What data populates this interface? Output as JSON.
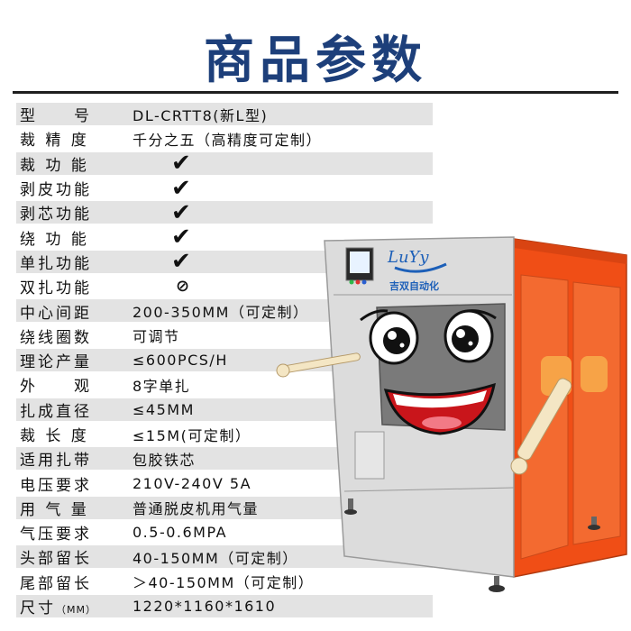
{
  "title": "商品参数",
  "specs": [
    {
      "label": "型　　号",
      "value": "DL-CRTT8(新L型)"
    },
    {
      "label": "裁 精 度",
      "value": "千分之五（高精度可定制）"
    },
    {
      "label": "裁 功 能",
      "mark": "✔"
    },
    {
      "label": "剥皮功能",
      "mark": "✔"
    },
    {
      "label": "剥芯功能",
      "mark": "✔"
    },
    {
      "label": "绕 功 能",
      "mark": "✔"
    },
    {
      "label": "单扎功能",
      "mark": "✔"
    },
    {
      "label": "双扎功能",
      "mark": "⊘"
    },
    {
      "label": "中心间距",
      "value": "200-350MM（可定制）"
    },
    {
      "label": "绕线圈数",
      "value": "可调节"
    },
    {
      "label": "理论产量",
      "value": "≤600PCS/H"
    },
    {
      "label": "外　　观",
      "value": "8字单扎"
    },
    {
      "label": "扎成直径",
      "value": "≤45MM"
    },
    {
      "label": "裁 长 度",
      "value": "≤15M(可定制）"
    },
    {
      "label": "适用扎带",
      "value": "包胶铁芯"
    },
    {
      "label": "电压要求",
      "value": "210V-240V 5A"
    },
    {
      "label": "用 气 量",
      "value": "普通脱皮机用气量"
    },
    {
      "label": "气压要求",
      "value": "0.5-0.6MPA"
    },
    {
      "label": "头部留长",
      "value": "40-150MM（可定制）"
    },
    {
      "label": "尾部留长",
      "value": "＞40-150MM（可定制）"
    },
    {
      "label": "尺寸",
      "label_suffix": "（MM）",
      "value": "1220*1160*1610"
    }
  ],
  "machine": {
    "logo_script": "LuYy",
    "brand": "吉双自动化",
    "colors": {
      "title": "#1d3f7a",
      "body": "#f04e16",
      "panel": "#dcdcdc",
      "window": "#7a7a7a",
      "brand": "#1c5fb8"
    }
  }
}
